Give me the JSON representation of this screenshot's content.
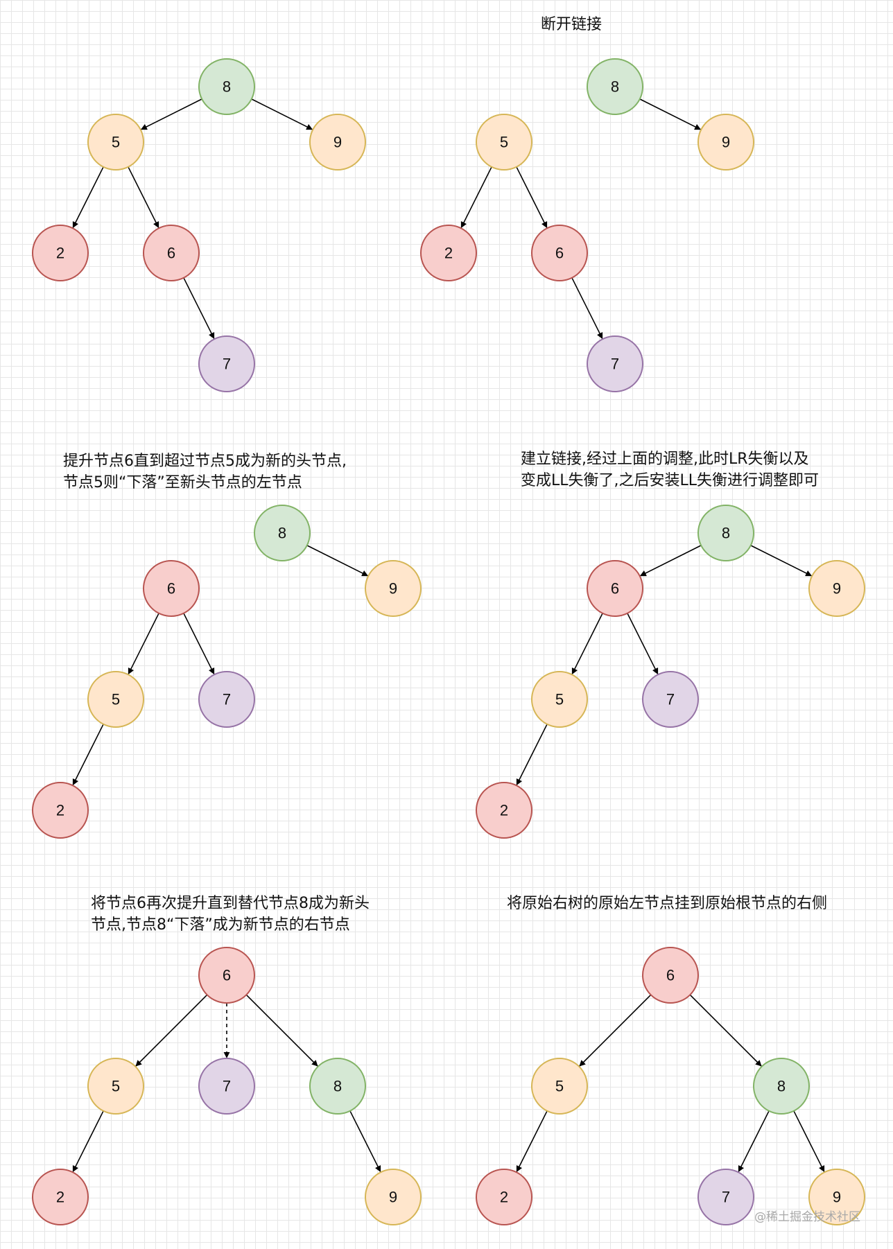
{
  "colors": {
    "green": {
      "fill": "#d5e8d4",
      "stroke": "#82b366"
    },
    "orange": {
      "fill": "#ffe6cc",
      "stroke": "#d6b656"
    },
    "red": {
      "fill": "#f8cecc",
      "stroke": "#b85450"
    },
    "purple": {
      "fill": "#e1d5e7",
      "stroke": "#9673a6"
    }
  },
  "panels": [
    {
      "id": "p1",
      "caption": [],
      "nodes": [
        {
          "id": "n8",
          "label": "8",
          "color": "green"
        },
        {
          "id": "n5",
          "label": "5",
          "color": "orange"
        },
        {
          "id": "n9",
          "label": "9",
          "color": "orange"
        },
        {
          "id": "n2",
          "label": "2",
          "color": "red"
        },
        {
          "id": "n6",
          "label": "6",
          "color": "red"
        },
        {
          "id": "n7",
          "label": "7",
          "color": "purple"
        }
      ],
      "edges": [
        {
          "from": "n8",
          "to": "n5"
        },
        {
          "from": "n8",
          "to": "n9"
        },
        {
          "from": "n5",
          "to": "n2"
        },
        {
          "from": "n5",
          "to": "n6"
        },
        {
          "from": "n6",
          "to": "n7"
        }
      ]
    },
    {
      "id": "p2",
      "caption": [
        "断开链接"
      ],
      "nodes": [
        {
          "id": "n8",
          "label": "8",
          "color": "green"
        },
        {
          "id": "n5",
          "label": "5",
          "color": "orange"
        },
        {
          "id": "n9",
          "label": "9",
          "color": "orange"
        },
        {
          "id": "n2",
          "label": "2",
          "color": "red"
        },
        {
          "id": "n6",
          "label": "6",
          "color": "red"
        },
        {
          "id": "n7",
          "label": "7",
          "color": "purple"
        }
      ],
      "edges": [
        {
          "from": "n8",
          "to": "n9"
        },
        {
          "from": "n5",
          "to": "n2"
        },
        {
          "from": "n5",
          "to": "n6"
        },
        {
          "from": "n6",
          "to": "n7"
        }
      ]
    },
    {
      "id": "p3",
      "caption": [
        "提升节点6直到超过节点5成为新的头节点,",
        "节点5则“下落”至新头节点的左节点"
      ],
      "nodes": [
        {
          "id": "n8",
          "label": "8",
          "color": "green"
        },
        {
          "id": "n9",
          "label": "9",
          "color": "orange"
        },
        {
          "id": "n6",
          "label": "6",
          "color": "red"
        },
        {
          "id": "n5",
          "label": "5",
          "color": "orange"
        },
        {
          "id": "n7",
          "label": "7",
          "color": "purple"
        },
        {
          "id": "n2",
          "label": "2",
          "color": "red"
        }
      ],
      "edges": [
        {
          "from": "n8",
          "to": "n9"
        },
        {
          "from": "n6",
          "to": "n5"
        },
        {
          "from": "n6",
          "to": "n7"
        },
        {
          "from": "n5",
          "to": "n2"
        }
      ]
    },
    {
      "id": "p4",
      "caption": [
        "建立链接,经过上面的调整,此时LR失衡以及",
        "变成LL失衡了,之后安装LL失衡进行调整即可"
      ],
      "nodes": [
        {
          "id": "n8",
          "label": "8",
          "color": "green"
        },
        {
          "id": "n6",
          "label": "6",
          "color": "red"
        },
        {
          "id": "n9",
          "label": "9",
          "color": "orange"
        },
        {
          "id": "n5",
          "label": "5",
          "color": "orange"
        },
        {
          "id": "n7",
          "label": "7",
          "color": "purple"
        },
        {
          "id": "n2",
          "label": "2",
          "color": "red"
        }
      ],
      "edges": [
        {
          "from": "n8",
          "to": "n6"
        },
        {
          "from": "n8",
          "to": "n9"
        },
        {
          "from": "n6",
          "to": "n5"
        },
        {
          "from": "n6",
          "to": "n7"
        },
        {
          "from": "n5",
          "to": "n2"
        }
      ]
    },
    {
      "id": "p5",
      "caption": [
        "将节点6再次提升直到替代节点8成为新头",
        "节点,节点8“下落”成为新节点的右节点"
      ],
      "nodes": [
        {
          "id": "n6",
          "label": "6",
          "color": "red"
        },
        {
          "id": "n5",
          "label": "5",
          "color": "orange"
        },
        {
          "id": "n7",
          "label": "7",
          "color": "purple"
        },
        {
          "id": "n8",
          "label": "8",
          "color": "green"
        },
        {
          "id": "n2",
          "label": "2",
          "color": "red"
        },
        {
          "id": "n9",
          "label": "9",
          "color": "orange"
        }
      ],
      "edges": [
        {
          "from": "n6",
          "to": "n5"
        },
        {
          "from": "n6",
          "to": "n7",
          "dashed": true
        },
        {
          "from": "n6",
          "to": "n8"
        },
        {
          "from": "n5",
          "to": "n2"
        },
        {
          "from": "n8",
          "to": "n9"
        }
      ]
    },
    {
      "id": "p6",
      "caption": [
        "将原始右树的原始左节点挂到原始根节点的右侧"
      ],
      "nodes": [
        {
          "id": "n6",
          "label": "6",
          "color": "red"
        },
        {
          "id": "n5",
          "label": "5",
          "color": "orange"
        },
        {
          "id": "n8",
          "label": "8",
          "color": "green"
        },
        {
          "id": "n2",
          "label": "2",
          "color": "red"
        },
        {
          "id": "n7",
          "label": "7",
          "color": "purple"
        },
        {
          "id": "n9",
          "label": "9",
          "color": "orange"
        }
      ],
      "edges": [
        {
          "from": "n6",
          "to": "n5"
        },
        {
          "from": "n6",
          "to": "n8"
        },
        {
          "from": "n5",
          "to": "n2"
        },
        {
          "from": "n8",
          "to": "n7"
        },
        {
          "from": "n8",
          "to": "n9"
        }
      ]
    }
  ],
  "watermark": "@稀土掘金技术社区"
}
